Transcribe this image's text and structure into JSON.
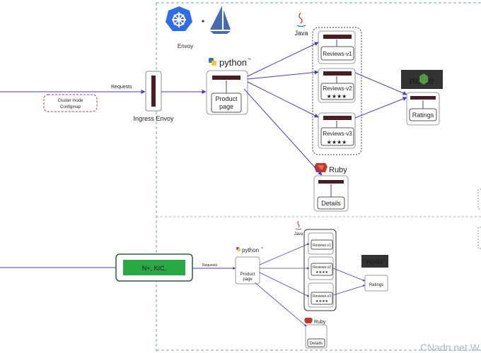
{
  "top": {
    "requests": "Requests",
    "cluster_mode": [
      "Cluster mode",
      "Configmap"
    ],
    "envoy": "Envoy",
    "ingress_envoy": "Ingress Envoy",
    "python": "python",
    "python_tm": "™",
    "java": "Java",
    "ruby": "Ruby",
    "node": "node",
    "product_page": [
      "Product",
      "page"
    ],
    "reviews_v1": "Reviews-v1",
    "reviews_v2": "Reviews-v2",
    "reviews_v3": "Reviews-v3",
    "ratings": "Ratings",
    "details": "Details",
    "stars": "★★★★"
  },
  "bottom": {
    "requests": "Requests",
    "nginx": "N+, KIC,",
    "python": "python",
    "python_tm": "™",
    "java": "Java",
    "ruby": "Ruby",
    "node": "node",
    "product_page": [
      "Product",
      "page"
    ],
    "reviews_v1": "Reviews-v1",
    "reviews_v2": "Reviews-v2",
    "reviews_v3": "Reviews-v3",
    "ratings": "Ratings",
    "details": "Details",
    "stars": "★★★★"
  },
  "colors": {
    "arrow": "#3f3fbf",
    "cluster_dash": "#6aa0c4",
    "band_dash": "#d6a79a",
    "service_bar": "#4a1c24",
    "k8s": "#326ce5",
    "istio": "#466bb0",
    "nginx_green": "#29a843",
    "ruby_red": "#c0392b",
    "star_red": "#d0284a",
    "config_red": "#c0334a"
  },
  "watermark": "CNadn.net W"
}
